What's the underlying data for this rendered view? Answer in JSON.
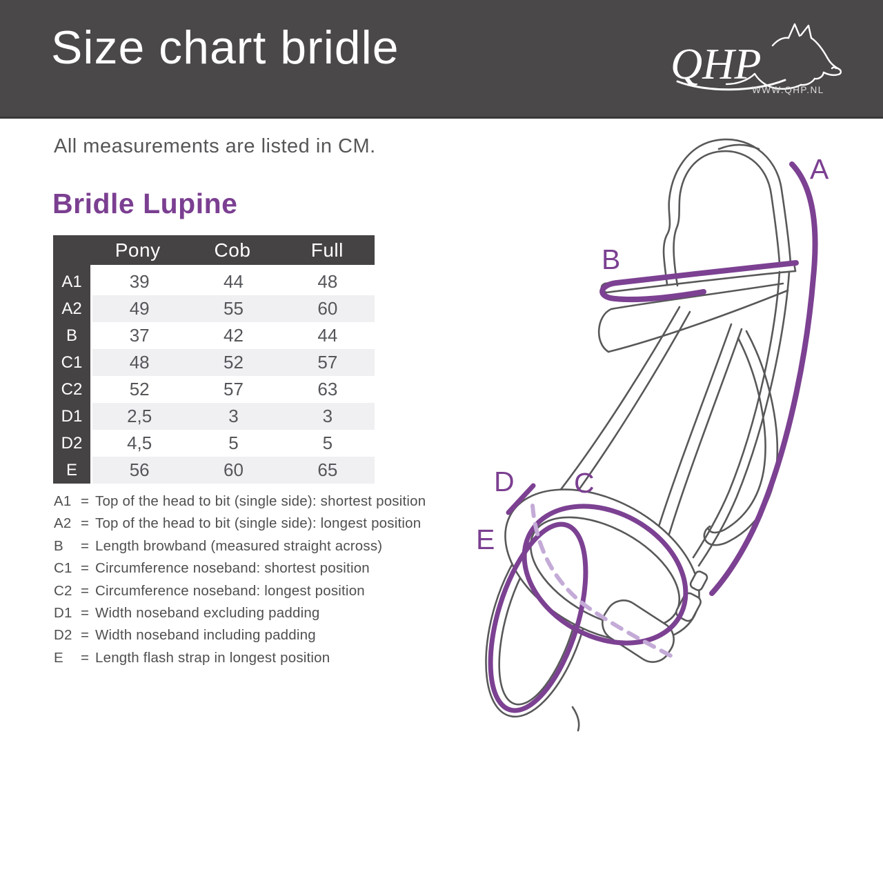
{
  "header": {
    "title": "Size chart bridle",
    "logo": {
      "brand": "QHP",
      "website": "WWW.QHP.NL"
    }
  },
  "intro_text": "All measurements are listed in CM.",
  "product_title": "Bridle Lupine",
  "chart_data": {
    "type": "table",
    "title": "Bridle Lupine",
    "unit": "CM",
    "columns": [
      "Pony",
      "Cob",
      "Full"
    ],
    "rows": [
      {
        "label": "A1",
        "values": [
          "39",
          "44",
          "48"
        ]
      },
      {
        "label": "A2",
        "values": [
          "49",
          "55",
          "60"
        ]
      },
      {
        "label": "B",
        "values": [
          "37",
          "42",
          "44"
        ]
      },
      {
        "label": "C1",
        "values": [
          "48",
          "52",
          "57"
        ]
      },
      {
        "label": "C2",
        "values": [
          "52",
          "57",
          "63"
        ]
      },
      {
        "label": "D1",
        "values": [
          "2,5",
          "3",
          "3"
        ]
      },
      {
        "label": "D2",
        "values": [
          "4,5",
          "5",
          "5"
        ]
      },
      {
        "label": "E",
        "values": [
          "56",
          "60",
          "65"
        ]
      }
    ]
  },
  "legend": {
    "items": [
      {
        "key": "A1",
        "eq": "=",
        "text": "Top of the head to bit (single side): shortest position"
      },
      {
        "key": "A2",
        "eq": "=",
        "text": "Top of the head to bit (single side): longest position"
      },
      {
        "key": "B",
        "eq": "=",
        "text": "Length browband (measured straight across)"
      },
      {
        "key": "C1",
        "eq": "=",
        "text": "Circumference noseband: shortest position"
      },
      {
        "key": "C2",
        "eq": "=",
        "text": "Circumference noseband: longest position"
      },
      {
        "key": "D1",
        "eq": "=",
        "text": "Width noseband excluding padding"
      },
      {
        "key": "D2",
        "eq": "=",
        "text": "Width noseband including padding"
      },
      {
        "key": "E",
        "eq": "=",
        "text": "Length flash strap in longest position"
      }
    ]
  },
  "diagram": {
    "labels": {
      "a": "A",
      "b": "B",
      "c": "C",
      "d": "D",
      "e": "E"
    },
    "colors": {
      "measurement_line": "#7c4192",
      "dashed_line": "#c4abd7",
      "line_art": "#58585a"
    }
  },
  "colors": {
    "header_bg": "#4b4849",
    "table_header_bg": "#464344",
    "row_alt_bg": "#f0f0f2",
    "accent_purple": "#7b3f91",
    "text_gray": "#565659"
  }
}
